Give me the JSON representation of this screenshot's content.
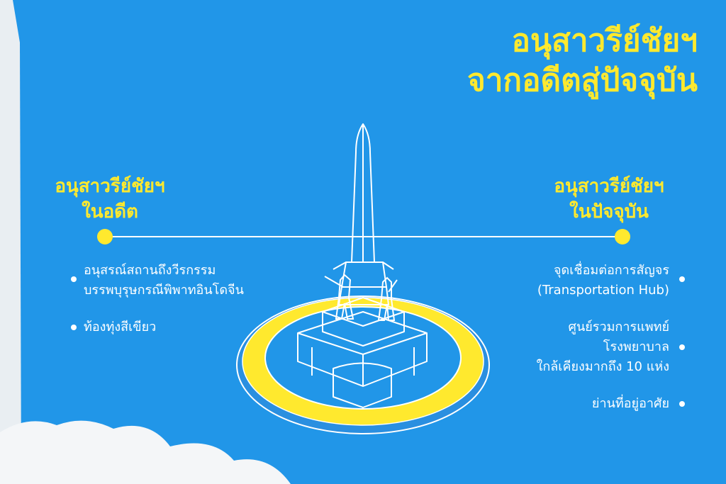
{
  "title": {
    "line1": "อนุสาวรีย์ชัยฯ",
    "line2": "จากอดีตสู่ปัจจุบัน"
  },
  "past": {
    "heading_line1": "อนุสาวรีย์ชัยฯ",
    "heading_line2": "ในอดีต",
    "items": [
      "อนุสรณ์สถานถึงวีรกรรม\nบรรพบุรุษกรณีพิพาทอินโดจีน",
      "ท้องทุ่งสีเขียว"
    ]
  },
  "present": {
    "heading_line1": "อนุสาวรีย์ชัยฯ",
    "heading_line2": "ในปัจจุบัน",
    "items": [
      "จุดเชื่อมต่อการสัญจร\n(Transportation Hub)",
      "ศูนย์รวมการแพทย์\nโรงพยาบาล\nใกล้เคียงมากถึง 10 แห่ง",
      "ย่านที่อยู่อาศัย"
    ]
  },
  "colors": {
    "background": "#2196e8",
    "accent": "#ffe92e",
    "line": "#ffffff"
  }
}
